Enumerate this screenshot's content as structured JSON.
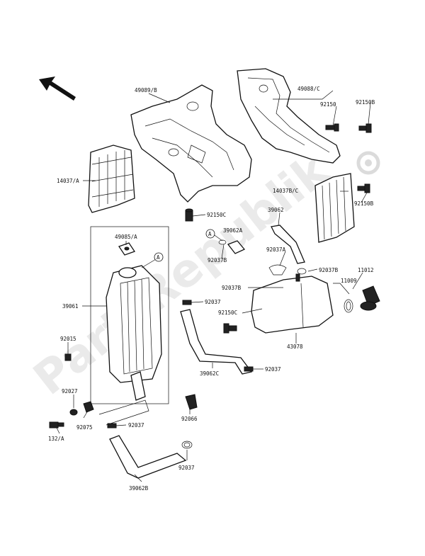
{
  "watermark": "PartsRepublik",
  "callouts": {
    "a1": "A",
    "a2": "A"
  },
  "labels": {
    "p49089_b": "49089/B",
    "p49088_c": "49088/C",
    "p92150": "92150",
    "p92150b_top": "92150B",
    "p14037_a": "14037/A",
    "p14037b_c": "14037B/C",
    "p92150b_right": "92150B",
    "p92150c_top": "92150C",
    "p39062": "39062",
    "p39062a": "39062A",
    "p92037a": "92037A",
    "p49085_a": "49085/A",
    "p92037b_1": "92037B",
    "p92037b_2": "92037B",
    "p92037b_3": "92037B",
    "p11012": "11012",
    "p11009": "11009",
    "p39061": "39061",
    "p92037_1": "92037",
    "p92150c_mid": "92150C",
    "p43078": "43078",
    "p92015": "92015",
    "p39062c": "39062C",
    "p92037_2": "92037",
    "p92027": "92027",
    "p92075": "92075",
    "p92066": "92066",
    "p92037_3": "92037",
    "p132_a": "132/A",
    "p92037_4": "92037",
    "p39062b": "39062B"
  }
}
